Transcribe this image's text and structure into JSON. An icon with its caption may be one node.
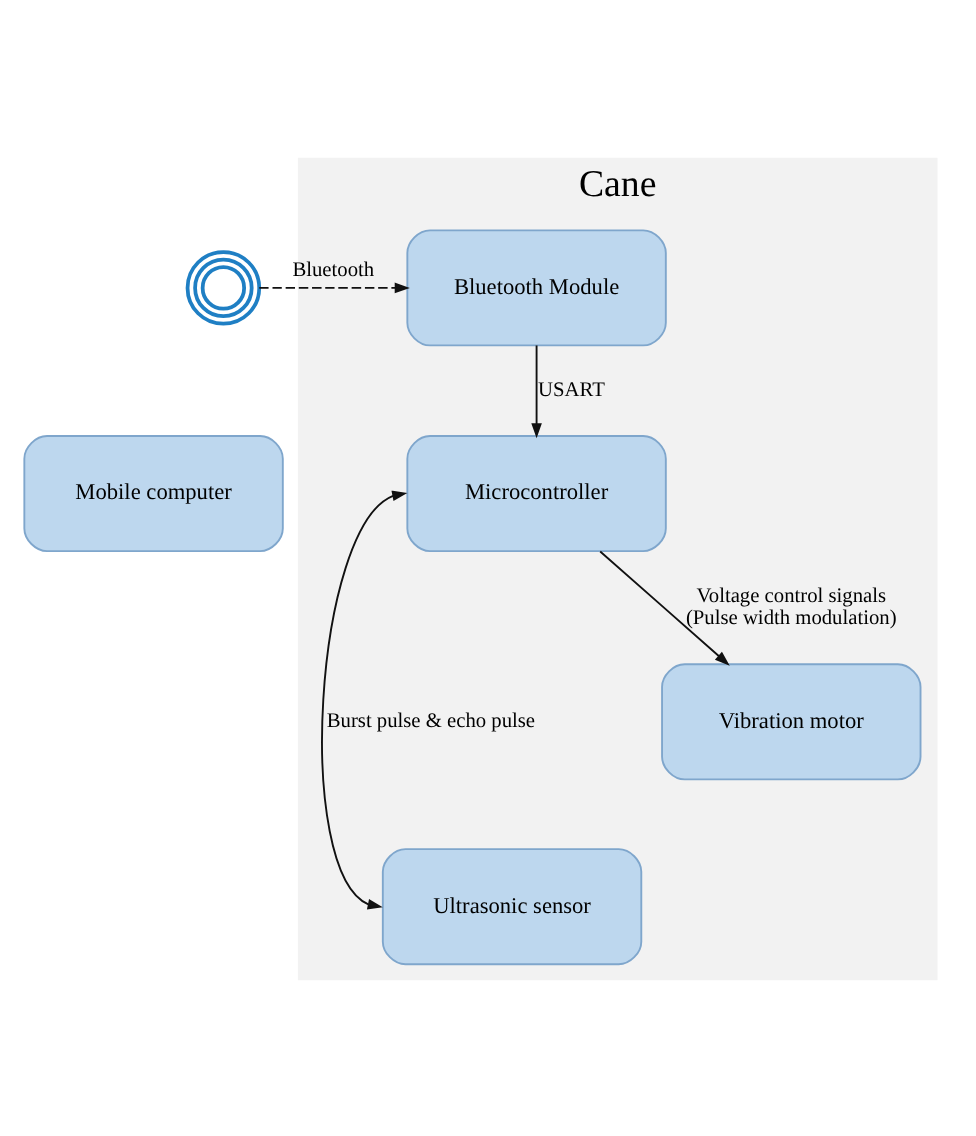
{
  "diagram": {
    "nodes": [
      {
        "text": [],
        "shape": "picture"
      },
      {
        "text": [
          "Mobile computer"
        ]
      },
      {
        "text": [
          "Cane"
        ]
      },
      {
        "text": [
          "Bluetooth Module"
        ],
        "in": 2
      },
      {
        "text": [
          "Microcontroller"
        ],
        "in": 2
      },
      {
        "text": [
          "Vibration motor"
        ],
        "in": 2
      },
      {
        "text": [
          "Ultrasonic sensor"
        ],
        "in": 2
      }
    ],
    "edges": [
      {
        "from": 0,
        "to": 3,
        "arrow": "to",
        "label": "Bluetooth",
        "style": "dashed"
      },
      {
        "from": 3,
        "to": 4,
        "arrow": "to",
        "label": "USART"
      },
      {
        "from": 4,
        "to": 5,
        "arrow": "to",
        "label": "Voltage control signals (Pulse width modulation)"
      },
      {
        "from": 4,
        "to": 6,
        "arrow": "both",
        "label": "Burst pulse & echo pulse"
      }
    ]
  }
}
